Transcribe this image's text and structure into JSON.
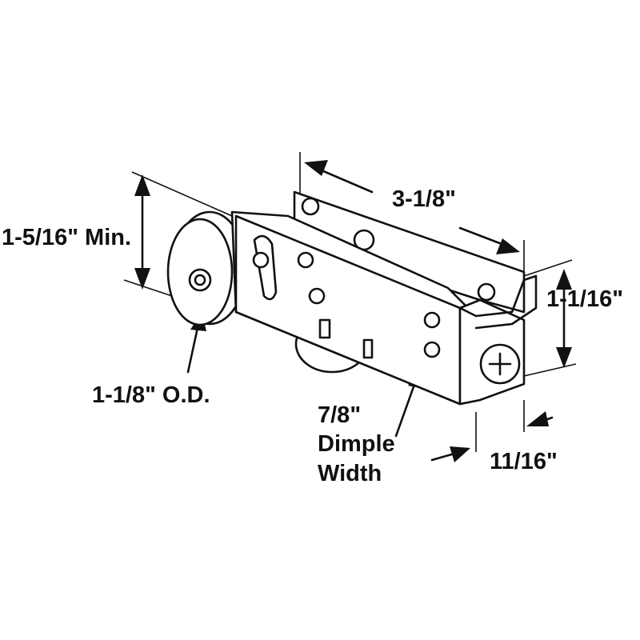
{
  "dimensions": {
    "length": "3-1/8\"",
    "height_min": "1-5/16\" Min.",
    "housing_height": "1-1/16\"",
    "wheel_diameter": "1-1/8\" O.D.",
    "dimple_width_value": "7/8\"",
    "dimple_width_word1": "Dimple",
    "dimple_width_word2": "Width",
    "housing_width": "11/16\""
  }
}
